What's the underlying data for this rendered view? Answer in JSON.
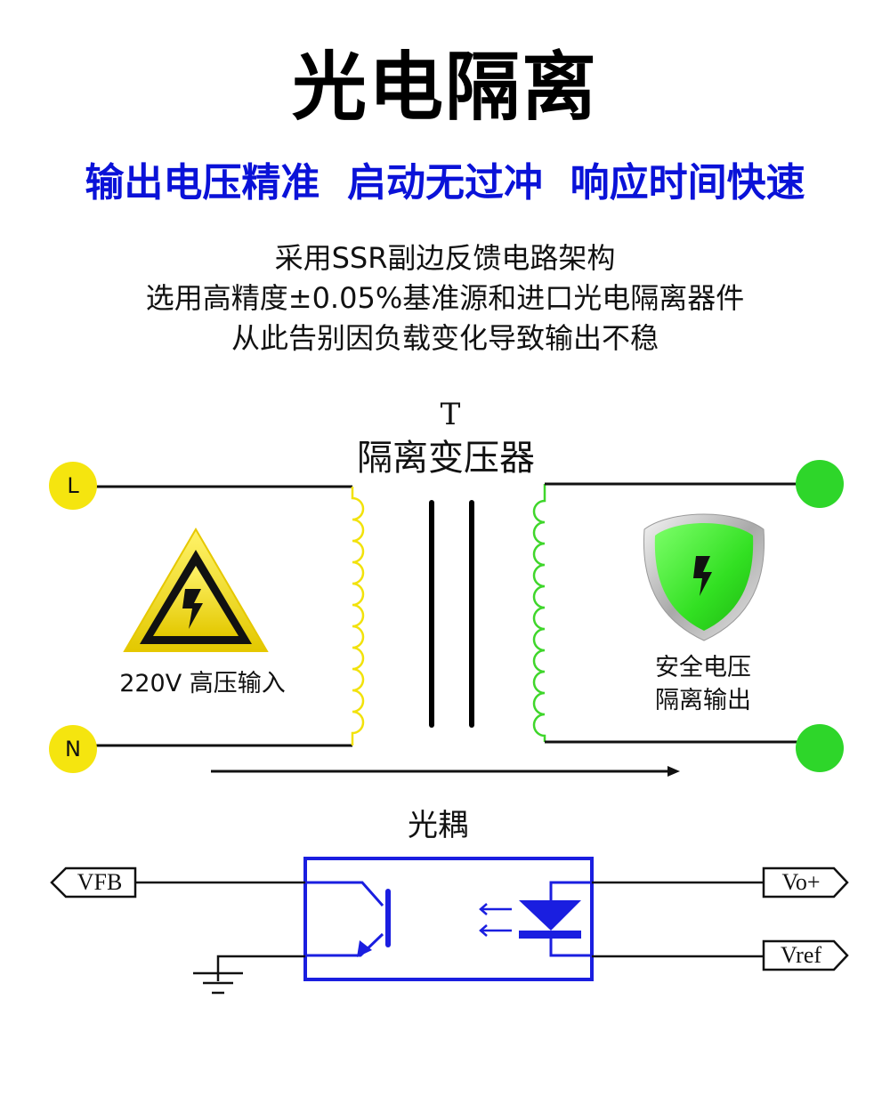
{
  "header": {
    "title": "光电隔离",
    "subtitle": "输出电压精准  启动无过冲  响应时间快速"
  },
  "description": {
    "lines": [
      "采用SSR副边反馈电路架构",
      "选用高精度±0.05%基准源和进口光电隔离器件",
      "从此告别因负载变化导致输出不稳"
    ]
  },
  "transformer": {
    "symbol": "T",
    "label": "隔离变压器",
    "input_terminals": [
      "L",
      "N"
    ],
    "input_label": "220V 高压输入",
    "output_label_lines": [
      "安全电压",
      "隔离输出"
    ],
    "icons": [
      "high-voltage-warning-icon",
      "safety-shield-icon"
    ],
    "colors": {
      "input_terminal": "#f5e50f",
      "primary_coil": "#f2e20a",
      "secondary_coil": "#3fd62b",
      "output_terminal": "#2ed62a",
      "core": "#000000"
    }
  },
  "optocoupler": {
    "label": "光耦",
    "ports_left": [
      "VFB"
    ],
    "ports_right": [
      "Vo+",
      "Vref"
    ],
    "colors": {
      "body": "#1a1ee0",
      "wire": "#000000"
    }
  }
}
